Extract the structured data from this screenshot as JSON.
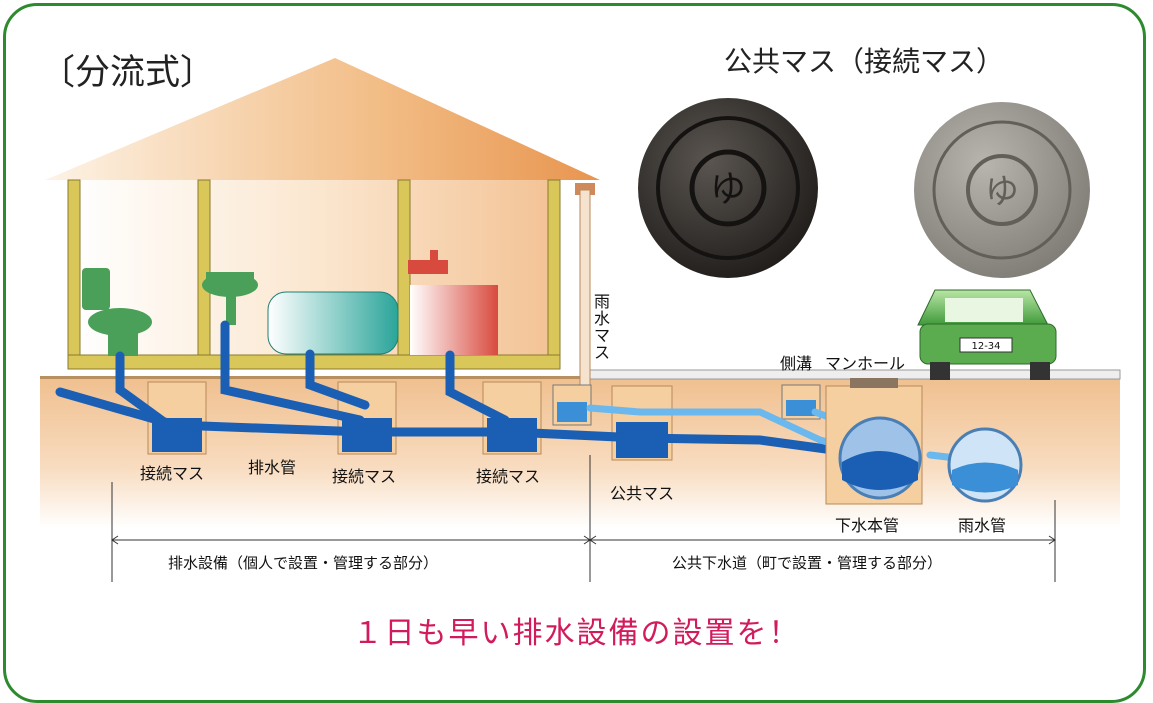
{
  "title": "〔分流式〕",
  "cover_title": "公共マス（接続マス）",
  "labels": {
    "rain_masu": "雨水マス",
    "gutter": "側溝",
    "manhole": "マンホール",
    "conn1": "接続マス",
    "drain_pipe": "排水管",
    "conn2": "接続マス",
    "conn3": "接続マス",
    "public_masu": "公共マス",
    "sewer_main": "下水本管",
    "rain_pipe": "雨水管",
    "plate": "12-34"
  },
  "sections": {
    "private": "排水設備（個人で設置・管理する部分）",
    "public": "公共下水道（町で設置・管理する部分）"
  },
  "slogan": "１日も早い排水設備の設置を！",
  "colors": {
    "frame": "#2e8a2e",
    "slogan": "#d21b5c",
    "water": "#1a5fb4",
    "soil": "#e8b98a",
    "roof": "#e9a36a"
  },
  "icons": [
    "dark-manhole-cover-icon",
    "gray-manhole-cover-icon",
    "car-icon",
    "toilet-icon",
    "sink-icon",
    "bathtub-icon",
    "faucet-icon"
  ]
}
